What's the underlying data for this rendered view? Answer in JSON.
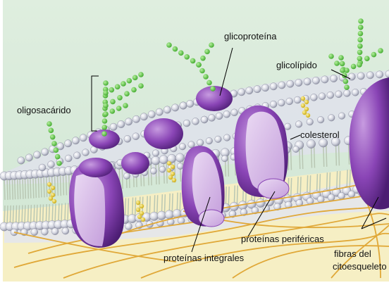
{
  "labels": {
    "glycoprotein": "glicoproteína",
    "glycolipid": "glicolípido",
    "oligosaccharide": "oligosacárido",
    "cholesterol": "colesterol",
    "peripheral_proteins": "proteínas periféricas",
    "integral_proteins": "proteínas integrales",
    "cytoskeleton_line1": "fibras del",
    "cytoskeleton_line2": "citoesqueleto"
  },
  "colors": {
    "background": "#d8ecd9",
    "lower_field": "#f6efc4",
    "lipid_head": "#cfd2dd",
    "lipid_tail": "#c9d4c1",
    "protein": "#8f4fb8",
    "protein_light": "#d4b7e4",
    "sugar": "#5cc444",
    "cholesterol": "#e3cc2a",
    "fiber": "#e3a93b"
  }
}
